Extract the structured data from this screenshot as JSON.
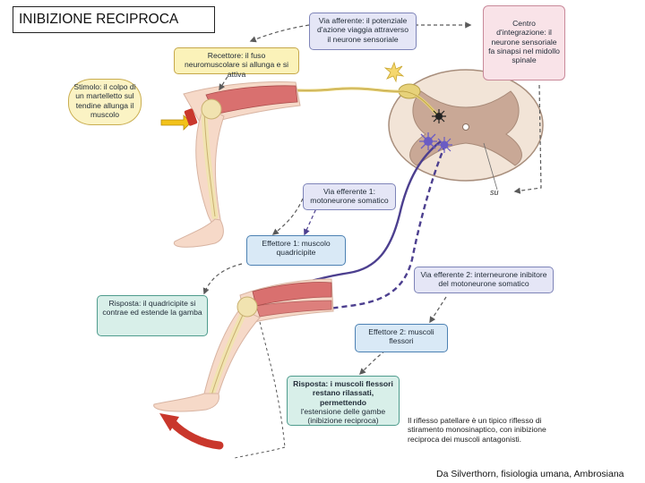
{
  "title": "INIBIZIONE RECIPROCA",
  "boxes": {
    "via_afferente": "Via afferente: il potenziale d'azione viaggia attraverso il neurone sensoriale",
    "centro": "Centro d'integrazione: il neurone sensoriale fa sinapsi nel midollo spinale",
    "recettore": "Recettore: il fuso neuromuscolare si allunga e si attiva",
    "stimolo": "Stimolo: il colpo di un martelletto sul tendine allunga il muscolo",
    "via_efferente_1": "Via efferente 1: motoneurone somatico",
    "effettore_1": "Effettore 1: muscolo quadricipite",
    "via_efferente_2": "Via efferente 2: interneurone inibitore del motoneurone somatico",
    "risposta_1": "Risposta: il quadricipite si contrae ed estende la gamba",
    "effettore_2": "Effettore 2: muscoli flessori",
    "risposta_2_bold": "Risposta: i muscoli flessori restano rilassati, permettendo",
    "risposta_2_rest": "l'estensione delle gambe (inibizione reciproca)"
  },
  "su_label": "su",
  "note": "Il riflesso patellare è un tipico riflesso di stiramento monosinaptico, con inibizione reciproca dei muscoli antagonisti.",
  "credit": "Da Silverthorn, fisiologia umana, Ambrosiana",
  "colors": {
    "bone": "#f1e3b0",
    "skin": "#f6d9c8",
    "muscle": "#d9706f",
    "cord_outer": "#f2e4d7",
    "cord_grey": "#c9a896",
    "nerve_yellow": "#e7d27a",
    "nerve_purple": "#4c3f8f",
    "arrow_red": "#c9372c"
  },
  "icons": [
    "hammer-icon",
    "spark-icon",
    "neuron-icon",
    "curved-arrow-icon"
  ]
}
